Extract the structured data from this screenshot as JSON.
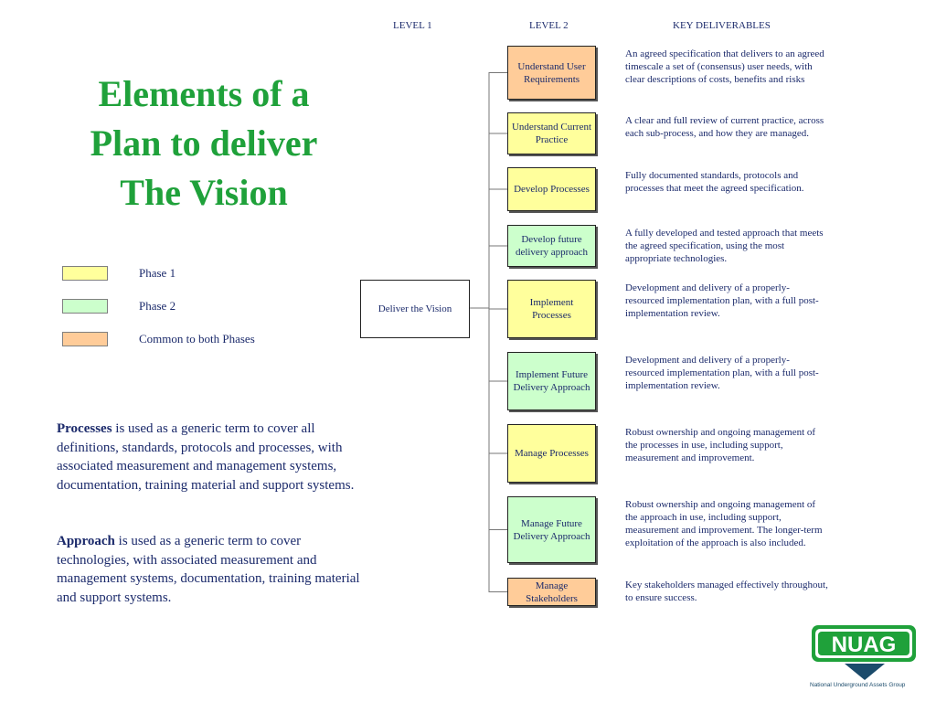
{
  "headers": {
    "level1": "LEVEL 1",
    "level2": "LEVEL 2",
    "deliverables": "KEY DELIVERABLES"
  },
  "title": {
    "line1": "Elements of a",
    "line2": "Plan to deliver",
    "line3": "The Vision"
  },
  "colors": {
    "phase1": "#ffff9c",
    "phase2": "#ccffcc",
    "common": "#ffcc99",
    "title_green": "#1fa13a",
    "text_navy": "#1b2a6b"
  },
  "legend": [
    {
      "label": "Phase 1",
      "color": "#ffff9c"
    },
    {
      "label": "Phase 2",
      "color": "#ccffcc"
    },
    {
      "label": "Common to both Phases",
      "color": "#ffcc99"
    }
  ],
  "definitions": {
    "processes_term": "Processes",
    "processes_text": " is used as a generic term to cover all definitions, standards, protocols and processes, with associated measurement and management systems, documentation, training material and support systems.",
    "approach_term": "Approach",
    "approach_text": " is used as a generic term to cover technologies, with associated measurement and management systems, documentation, training material and support systems."
  },
  "root": {
    "label": "Deliver the Vision"
  },
  "nodes": [
    {
      "label": "Understand User Requirements",
      "phase": "common",
      "deliverable": "An agreed specification that delivers to an agreed timescale a set of (consensus) user needs, with clear descriptions of costs, benefits and risks"
    },
    {
      "label": "Understand Current Practice",
      "phase": "phase1",
      "deliverable": "A clear and full review of current practice, across each sub-process, and how they are managed."
    },
    {
      "label": "Develop Processes",
      "phase": "phase1",
      "deliverable": "Fully documented standards, protocols and processes that meet the agreed specification."
    },
    {
      "label": "Develop future delivery approach",
      "phase": "phase2",
      "deliverable": "A fully developed and tested approach that meets the agreed specification, using the most appropriate technologies."
    },
    {
      "label": "Implement Processes",
      "phase": "phase1",
      "deliverable": "Development and delivery of a properly-resourced implementation plan, with a full post-implementation review."
    },
    {
      "label": "Implement Future Delivery Approach",
      "phase": "phase2",
      "deliverable": "Development and delivery of a properly-resourced implementation plan, with a full post-implementation review."
    },
    {
      "label": "Manage Processes",
      "phase": "phase1",
      "deliverable": "Robust ownership and ongoing management of the processes in use, including support, measurement and improvement."
    },
    {
      "label": "Manage Future Delivery Approach",
      "phase": "phase2",
      "deliverable": "Robust ownership and ongoing management of the approach in use, including support, measurement and improvement.  The longer-term exploitation of the approach is also included."
    },
    {
      "label": "Manage Stakeholders",
      "phase": "common",
      "deliverable": "Key stakeholders managed effectively throughout, to ensure success."
    }
  ],
  "logo": {
    "text": "NUAG",
    "caption": "National Underground Assets Group",
    "color": "#1fa13a",
    "icon": "down-arrow-badge-icon"
  }
}
